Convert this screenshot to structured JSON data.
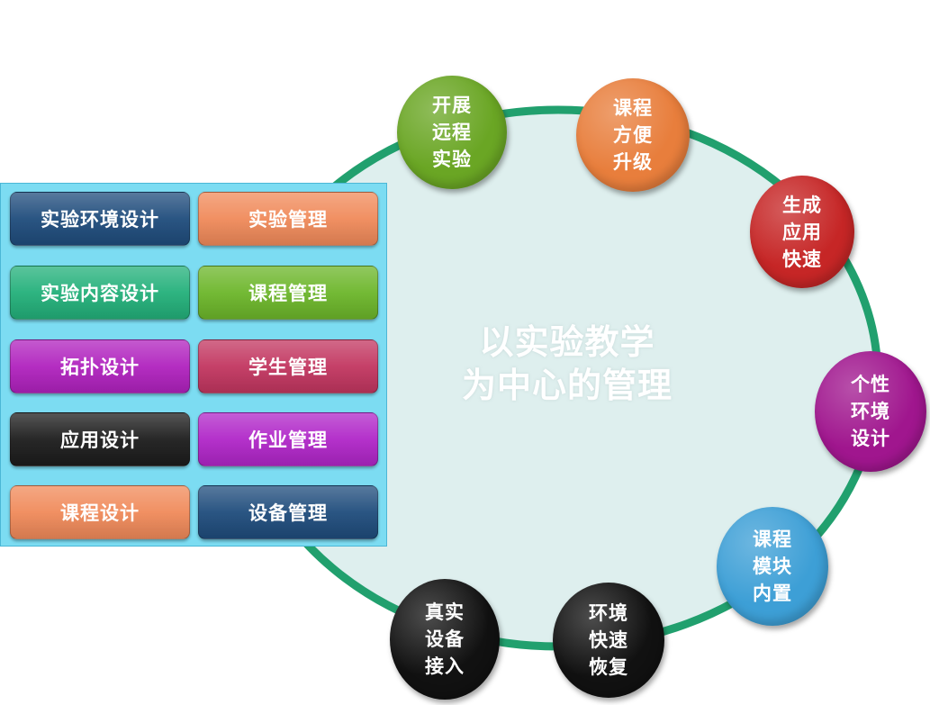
{
  "center": {
    "line1": "以实验教学",
    "line2": "为中心的管理"
  },
  "nodes": [
    {
      "label": "开展\n远程\n实验",
      "color": "#6aa624"
    },
    {
      "label": "课程\n方便\n升级",
      "color": "#e87e3c"
    },
    {
      "label": "生成\n应用\n快速",
      "color": "#c62626"
    },
    {
      "label": "个性\n环境\n设计",
      "color": "#a0168e"
    },
    {
      "label": "课程\n模块\n内置",
      "color": "#3d9fd6"
    },
    {
      "label": "环境\n快速\n恢复",
      "color": "#111111"
    },
    {
      "label": "真实\n设备\n接入",
      "color": "#111111"
    }
  ],
  "panel": {
    "buttons": [
      {
        "label": "实验环境设计",
        "color": "#1f4c7c"
      },
      {
        "label": "实验管理",
        "color": "#f08a5a"
      },
      {
        "label": "实验内容设计",
        "color": "#23b07a"
      },
      {
        "label": "课程管理",
        "color": "#6cb62a"
      },
      {
        "label": "拓扑设计",
        "color": "#b022be"
      },
      {
        "label": "学生管理",
        "color": "#c23660"
      },
      {
        "label": "应用设计",
        "color": "#1c1c1c"
      },
      {
        "label": "作业管理",
        "color": "#b026c8"
      },
      {
        "label": "课程设计",
        "color": "#f08a5a"
      },
      {
        "label": "设备管理",
        "color": "#1f4c7c"
      }
    ]
  },
  "colors": {
    "ring": "#21a06e",
    "ring_fill": "#deefee",
    "panel_bg": "#7cdcf2"
  }
}
